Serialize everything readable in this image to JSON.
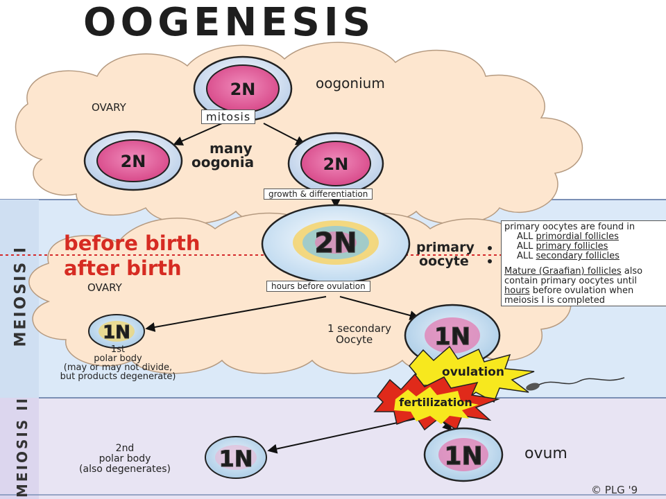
{
  "title": "OOGENESIS",
  "phases": {
    "meiosis_1": "MEIOSIS I",
    "meiosis_2": "MEIOSIS II"
  },
  "ovary_labels": {
    "top": "OVARY",
    "middle": "OVARY"
  },
  "birth": {
    "before": "before birth",
    "after": "after birth"
  },
  "cells": {
    "oogonium_ploidy": "2N",
    "oogonium_label": "oogonium",
    "many_left_ploidy": "2N",
    "many_right_ploidy": "2N",
    "many_label_1": "many",
    "many_label_2": "oogonia",
    "primary_ploidy": "2N",
    "primary_label_1": "primary",
    "primary_label_2": "oocyte",
    "polar1_ploidy": "1N",
    "polar1_lines": [
      "1st",
      "polar body",
      "(may or may not divide,",
      "but products degenerate)"
    ],
    "secondary_ploidy": "1N",
    "secondary_lines": [
      "1 secondary",
      "Oocyte"
    ],
    "polar2_ploidy": "1N",
    "polar2_lines": [
      "2nd",
      "polar body",
      "(also degenerates)"
    ],
    "ovum_ploidy": "1N",
    "ovum_label": "ovum"
  },
  "process_boxes": {
    "mitosis": "mitosis",
    "growth": "growth & differentiation",
    "hours": "hours before ovulation"
  },
  "bursts": {
    "ovulation": "ovulation",
    "fertilization": "fertilization"
  },
  "notes": {
    "line1": "primary oocytes are found in",
    "line2_pre": "ALL ",
    "line2_u": "primordial follicles",
    "line3_pre": "ALL ",
    "line3_u": "primary follicles",
    "line4_pre": "ALL ",
    "line4_u": "secondary follicles",
    "line5_u": "Mature (Graafian) follicles",
    "line5_post": " also",
    "line6": "contain primary oocytes until",
    "line7_u": "hours",
    "line7_post": " before ovulation when",
    "line8": "meiosis I is completed"
  },
  "copyright": "© PLG '9",
  "colors": {
    "ovary_fill": "#fde6cf",
    "meiosis1_band": "#dbe9f8",
    "meiosis2_band": "#e6e2f2",
    "cell_pink": "#e2609a",
    "cell_ring": "#c9d9f2",
    "red_text": "#d62b22",
    "burst_yellow": "#f7e81e",
    "burst_red": "#e02a1a",
    "dashed_line": "#d4292a"
  }
}
